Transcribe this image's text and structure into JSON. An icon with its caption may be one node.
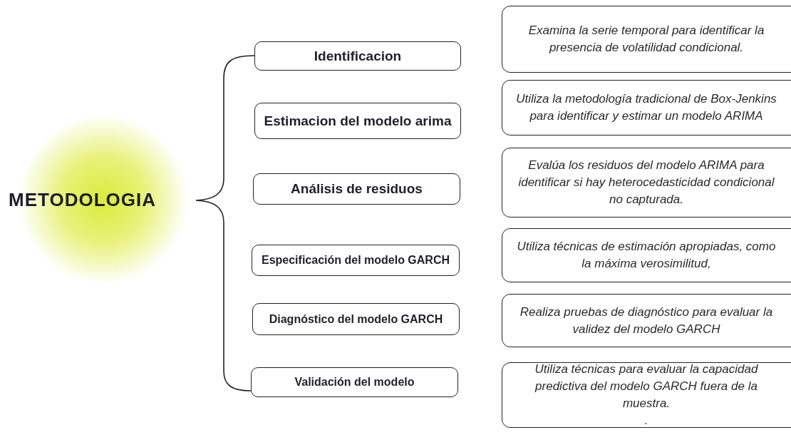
{
  "diagram": {
    "nodes": [
      {
        "text": [
          "Identificacion"
        ]
      },
      {
        "text": [
          "Examina la serie temporal para identificar la presencia de volatilidad condicional."
        ]
      },
      {
        "text": [
          "Estimacion del modelo arima"
        ]
      },
      {
        "text": [
          "Utiliza la metodología tradicional de Box-Jenkins para identificar y estimar un modelo ARIMA"
        ]
      },
      {
        "text": [
          "Análisis de residuos"
        ]
      },
      {
        "text": [
          "Evalúa los residuos del modelo ARIMA para identificar si hay heterocedasticidad condicional no capturada."
        ]
      },
      {
        "text": [
          "Especificación del modelo GARCH"
        ]
      },
      {
        "text": [
          "Utiliza técnicas de estimación apropiadas, como la máxima verosimilitud,"
        ]
      },
      {
        "text": [
          "Diagnóstico del modelo GARCH"
        ]
      },
      {
        "text": [
          "Realiza pruebas de diagnóstico para evaluar la validez del modelo GARCH"
        ]
      },
      {
        "text": [
          "Validación del modelo"
        ]
      },
      {
        "text": [
          "Utiliza técnicas para evaluar la capacidad predictiva del modelo GARCH fuera de la muestra.",
          "."
        ]
      }
    ],
    "labels": [
      "METODOLOGIA"
    ]
  }
}
